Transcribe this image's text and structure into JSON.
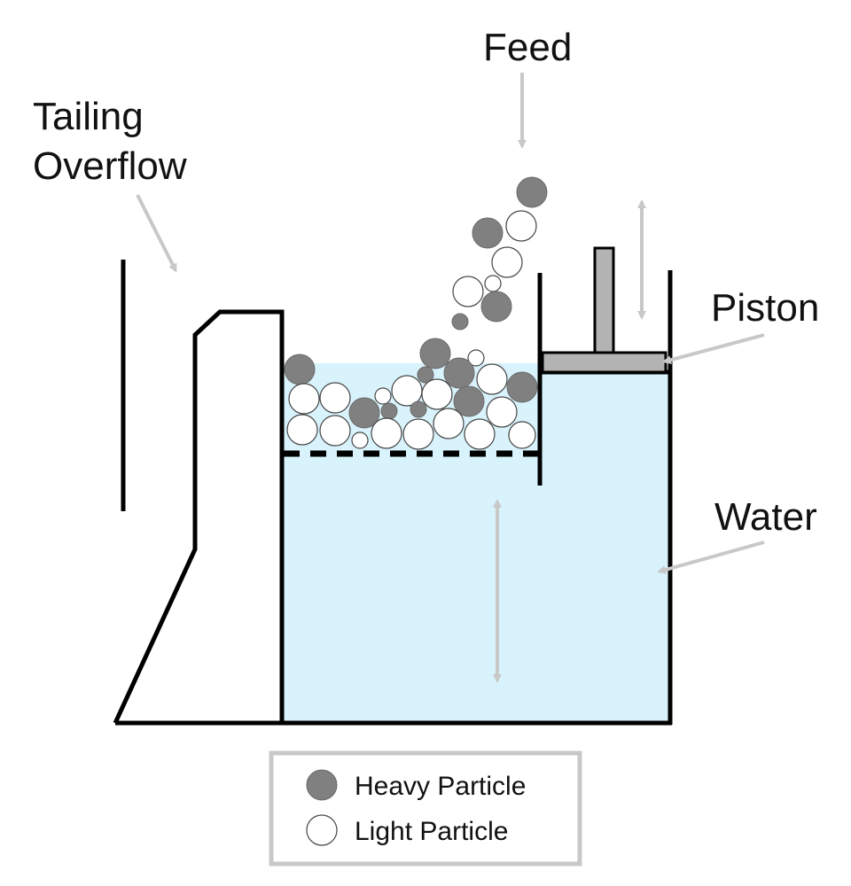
{
  "labels": {
    "feed": "Feed",
    "tailing_line1": "Tailing",
    "tailing_line2": "Overflow",
    "piston": "Piston",
    "water": "Water"
  },
  "legend": {
    "heavy": "Heavy Particle",
    "light": "Light Particle"
  },
  "colors": {
    "water": "#d9f3fc",
    "heavy": "#808080",
    "light": "#ffffff",
    "outline": "#000000",
    "arrow": "#c8c8c8",
    "piston": "#b3b3b3"
  }
}
